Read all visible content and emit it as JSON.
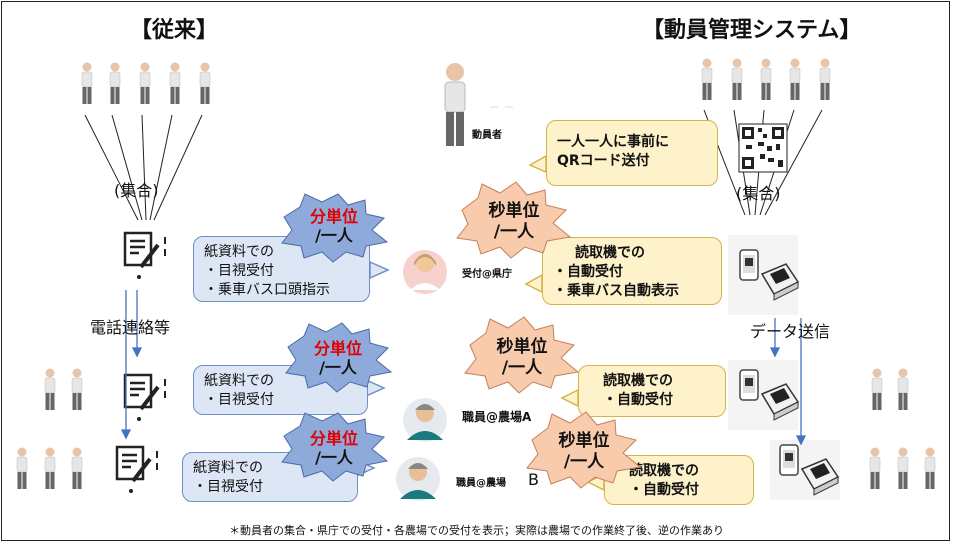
{
  "titles": {
    "left": "【従来】",
    "right": "【動員管理システム】"
  },
  "labels": {
    "gather_left": "(集合)",
    "gather_right": "(集合)",
    "phone": "電話連絡等",
    "data_send": "データ送信",
    "mobilized": "動員者",
    "reception": "受付@県庁",
    "staff_a": "職員@農場A",
    "staff_b": "職員@農場",
    "staff_b_suffix": "B"
  },
  "bursts": {
    "min_top": {
      "line1": "分単位",
      "line2": "/一人"
    },
    "min_mid": {
      "line1": "分単位",
      "line2": "/一人"
    },
    "min_bot": {
      "line1": "分単位",
      "line2": "/一人"
    },
    "sec_top": {
      "line1": "秒単位",
      "line2": "/一人"
    },
    "sec_mid": {
      "line1": "秒単位",
      "line2": "/一人"
    },
    "sec_bot": {
      "line1": "秒単位",
      "line2": "/一人"
    }
  },
  "bubbles": {
    "qr": [
      "一人一人に事前に",
      "QRコード送付"
    ],
    "paper_top": [
      "紙資料での",
      "・目視受付",
      "・乗車バス口頭指示"
    ],
    "paper_mid": [
      "紙資料での",
      "・目視受付"
    ],
    "paper_bot": [
      "紙資料での",
      "・目視受付"
    ],
    "reader_top": [
      "読取機での",
      "・自動受付",
      "・乗車バス自動表示"
    ],
    "reader_mid": [
      "読取機での",
      "・自動受付"
    ],
    "reader_bot": [
      "読取機での",
      "・自動受付"
    ]
  },
  "footer": "＊動員者の集合・県庁での受付・各農場での受付を表示；実際は農場での作業終了後、逆の作業あり",
  "colors": {
    "min_burst": "#8eaadb",
    "sec_burst": "#f8cbad",
    "min_text": "#e00000",
    "blue_bubble": "#dde6f5",
    "yellow_bubble": "#fdf2c9",
    "arrow": "#4472c4"
  }
}
